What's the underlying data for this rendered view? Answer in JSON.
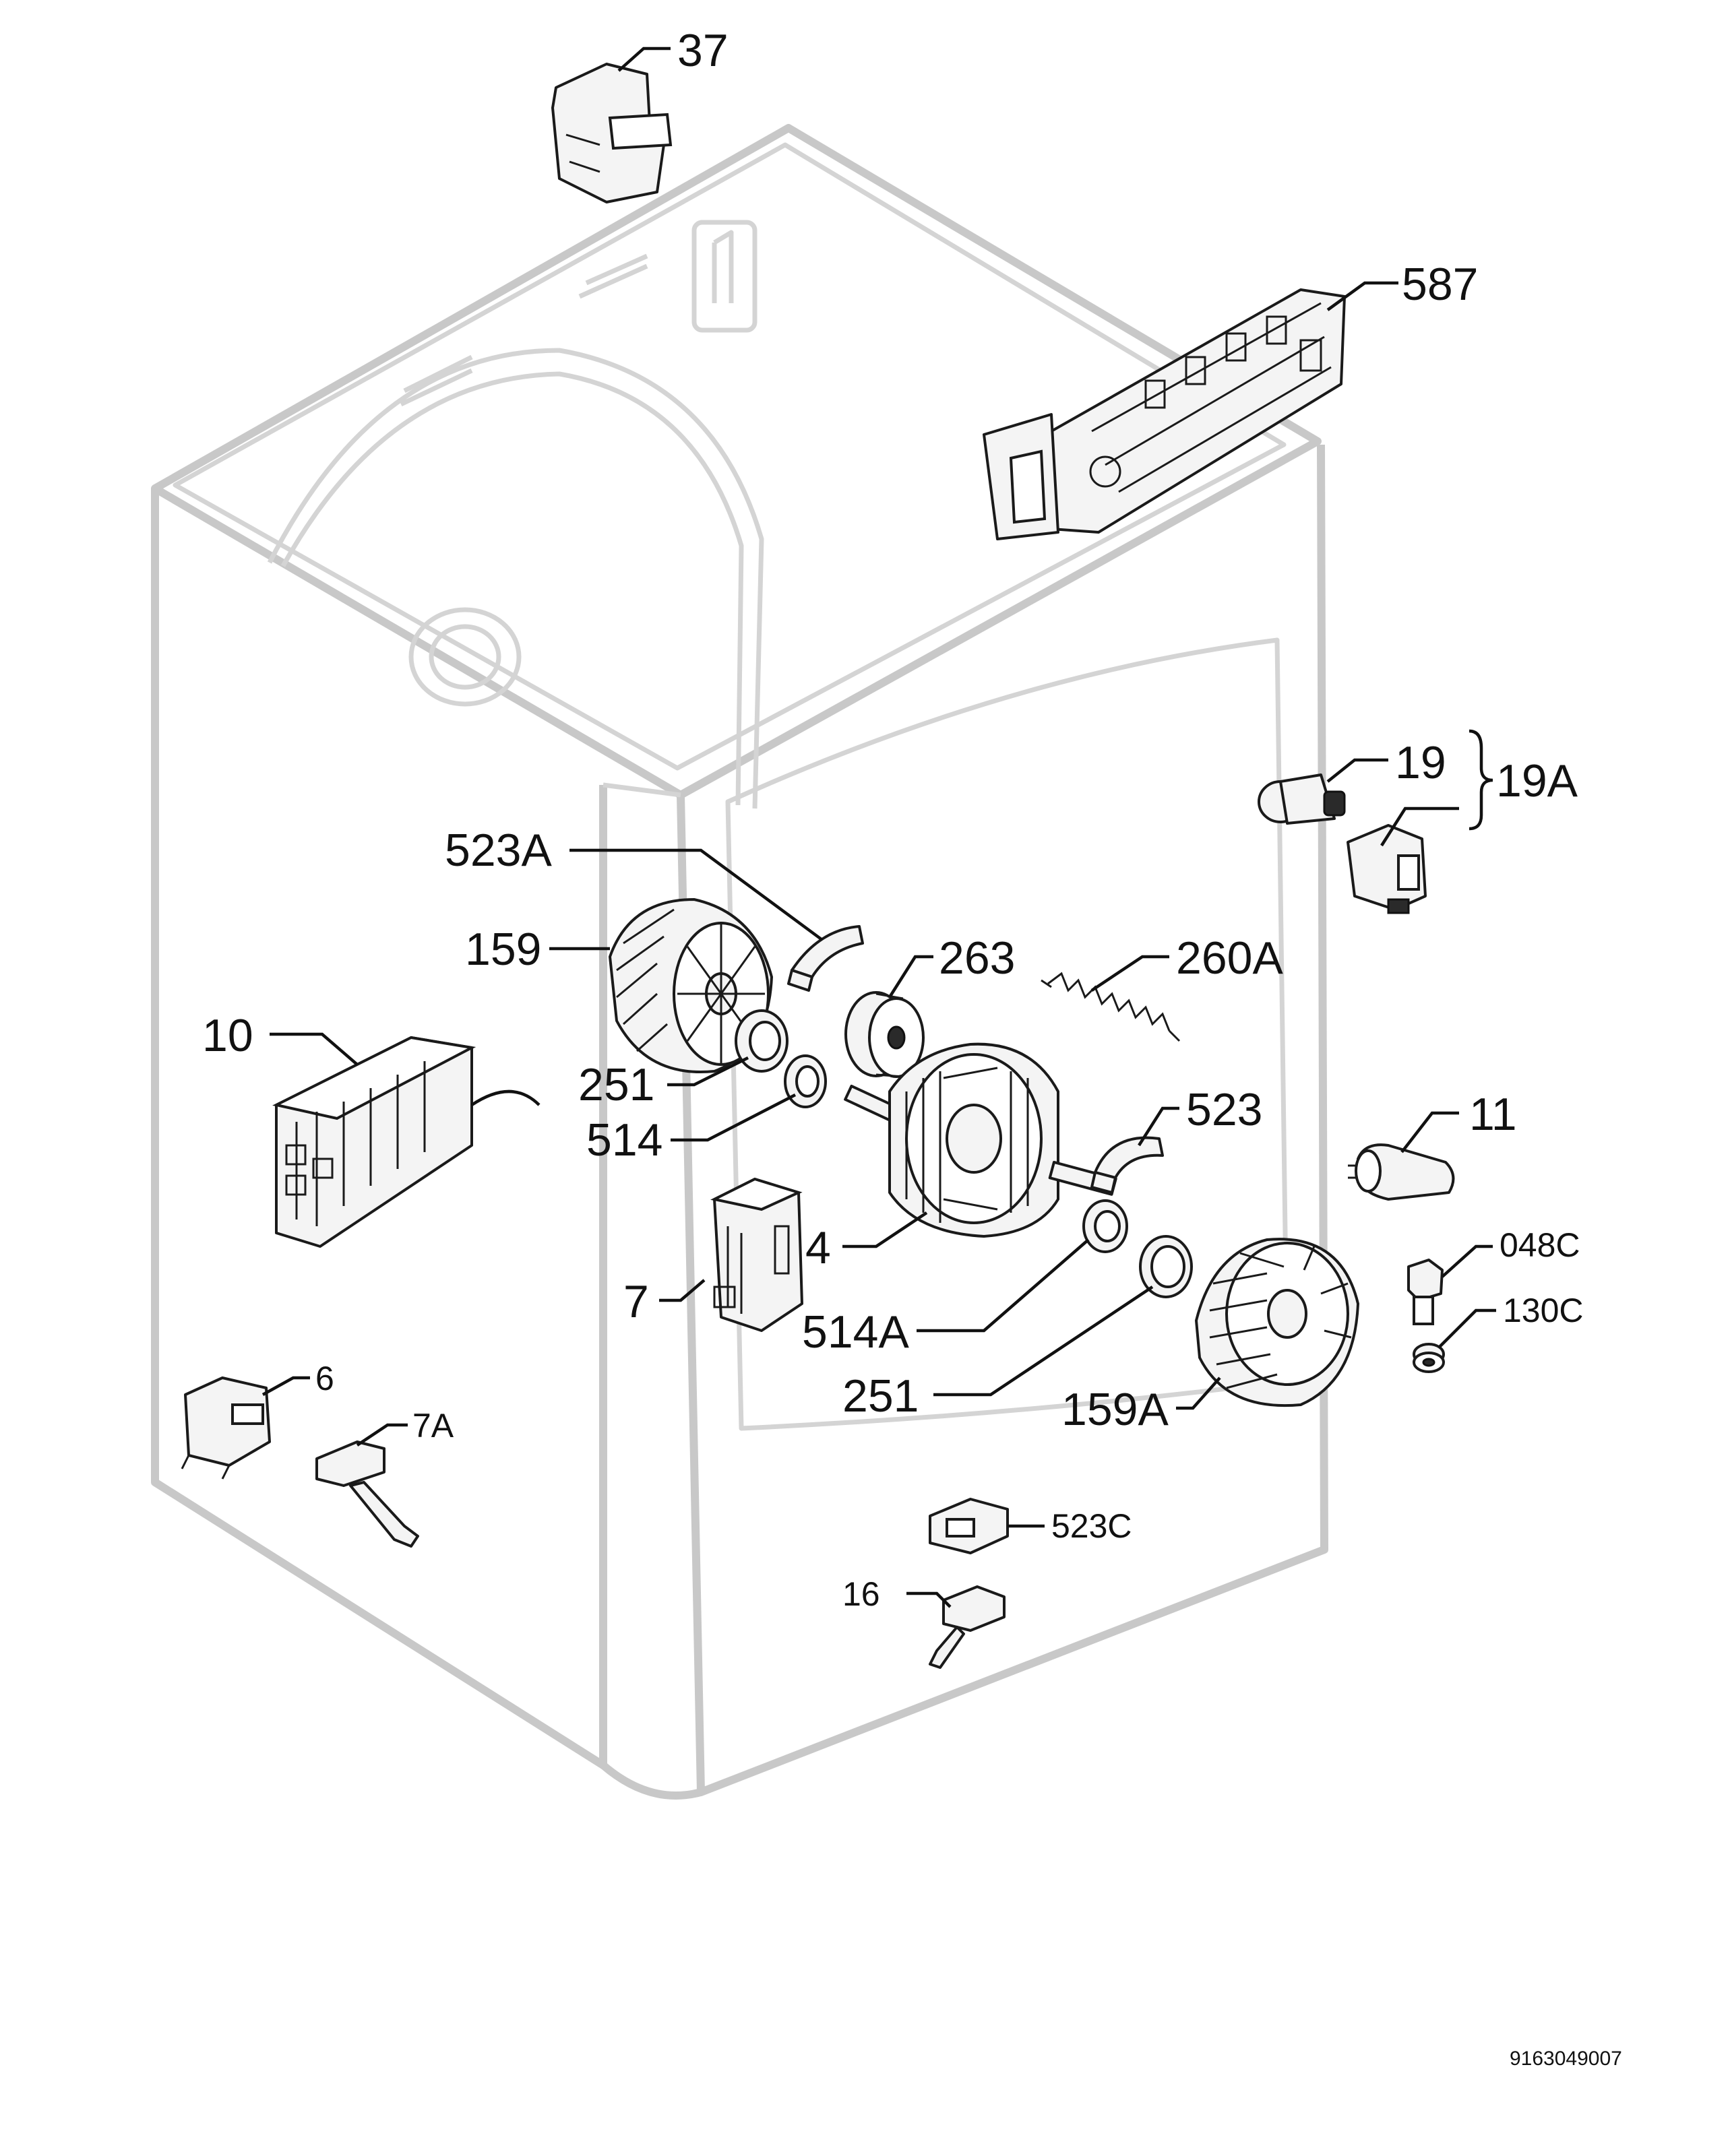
{
  "diagram": {
    "labels": {
      "p37": "37",
      "p587": "587",
      "p19": "19",
      "p19A": "19A",
      "p523A": "523A",
      "p159": "159",
      "p263": "263",
      "p260A": "260A",
      "p10": "10",
      "p251a": "251",
      "p514": "514",
      "p523": "523",
      "p11": "11",
      "p4": "4",
      "p048C": "048C",
      "p7": "7",
      "p514A": "514A",
      "p130C": "130C",
      "p6": "6",
      "p7A": "7A",
      "p251b": "251",
      "p159A": "159A",
      "p523C": "523C",
      "p16": "16"
    },
    "drawing_code": "9163049007"
  }
}
